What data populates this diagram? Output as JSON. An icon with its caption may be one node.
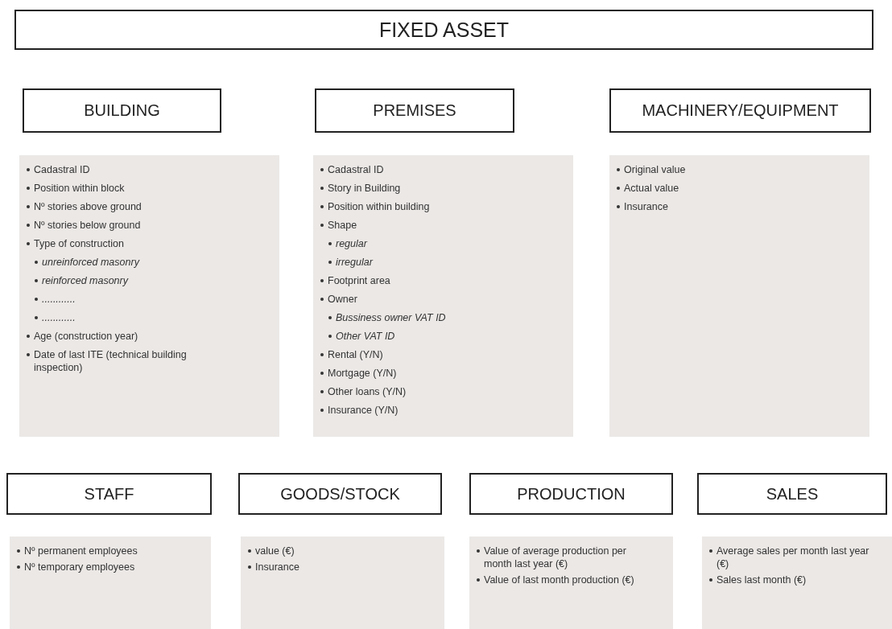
{
  "diagram": {
    "nodes": [
      {
        "text": [
          "FIXED ASSET"
        ]
      },
      {
        "text": [
          "BUILDING"
        ]
      },
      {
        "text": [
          "PREMISES"
        ]
      },
      {
        "text": [
          "MACHINERY/EQUIPMENT"
        ]
      },
      {
        "text": [
          "Cadastral ID",
          "Position within block",
          "Nº stories above ground",
          "Nº stories below ground",
          "Type of construction",
          "Age (construction year)",
          "Date of last ITE (technical building inspection)"
        ]
      },
      {
        "text": [
          "unreinforced masonry",
          "reinforced masonry",
          "............",
          "............"
        ],
        "in": 4
      },
      {
        "text": [
          "Cadastral ID",
          "Story in Building",
          "Position within building",
          "Shape",
          "Footprint area",
          "Owner",
          "Rental (Y/N)",
          "Mortgage (Y/N)",
          "Other loans (Y/N)",
          "Insurance (Y/N)"
        ]
      },
      {
        "text": [
          "regular",
          "irregular"
        ],
        "in": 6
      },
      {
        "text": [
          "Bussiness owner VAT ID",
          "Other VAT ID"
        ],
        "in": 6
      },
      {
        "text": [
          "Original value",
          "Actual value",
          "Insurance"
        ]
      },
      {
        "text": [
          "STAFF"
        ]
      },
      {
        "text": [
          "GOODS/STOCK"
        ]
      },
      {
        "text": [
          "PRODUCTION"
        ]
      },
      {
        "text": [
          "SALES"
        ]
      },
      {
        "text": [
          "Nº permanent employees",
          "Nº temporary employees"
        ]
      },
      {
        "text": [
          "value (€)",
          "Insurance"
        ]
      },
      {
        "text": [
          "Value of average production per month last year (€)",
          "Value of last month production (€)"
        ]
      },
      {
        "text": [
          "Average sales per month last year (€)",
          "Sales last month (€)"
        ]
      }
    ]
  }
}
